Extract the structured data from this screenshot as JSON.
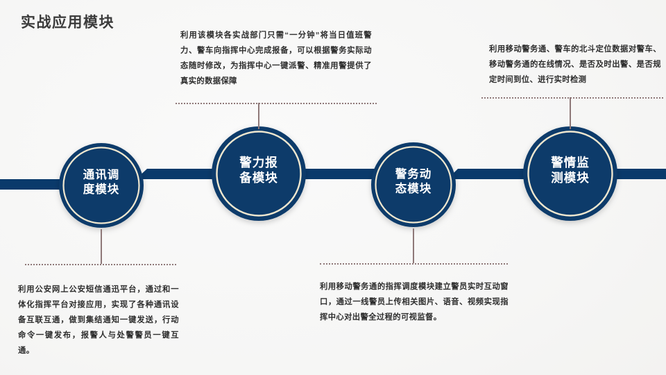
{
  "slide": {
    "title": "实战应用模块",
    "background_color": "#f6f6f5",
    "accent_color": "#0a3a6b",
    "ring_color": "#efe7cf",
    "connector_color": "#8e7878",
    "text_color": "#2e2e2e"
  },
  "nodes": [
    {
      "id": "node-1",
      "label": "通讯调\n度模块"
    },
    {
      "id": "node-2",
      "label": "警力报\n备模块"
    },
    {
      "id": "node-3",
      "label": "警务动\n态模块"
    },
    {
      "id": "node-4",
      "label": "警情监\n测模块"
    }
  ],
  "callouts": [
    {
      "id": "callout-top-1",
      "position": "top",
      "for_node": "node-2",
      "text": "利用该模块各实战部门只需“一分钟”将当日值班警力、警车向指挥中心完成报备，可以根据警务实际动态随时修改，为指挥中心一键派警、精准用警提供了真实的数据保障"
    },
    {
      "id": "callout-top-2",
      "position": "top",
      "for_node": "node-4",
      "text": "利用移动警务通、警车的北斗定位数据对警车、移动警务通的在线情况、是否及时出警、是否规定时间到位、进行实时检测"
    },
    {
      "id": "callout-bottom-1",
      "position": "bottom",
      "for_node": "node-1",
      "text": "利用公安网上公安短信通迅平台，通过和一体化指挥平台对接应用，实现了各种通讯设备互联互通，做到集结通知一键发送，行动命令一键发布，报警人与处警警员一键互通。"
    },
    {
      "id": "callout-bottom-2",
      "position": "bottom",
      "for_node": "node-3",
      "text": "利用移动警务通的指挥调度模块建立警员实时互动窗口，通过一线警员上传相关图片、语音、视频实现指挥中心对出警全过程的可视监督。"
    }
  ]
}
